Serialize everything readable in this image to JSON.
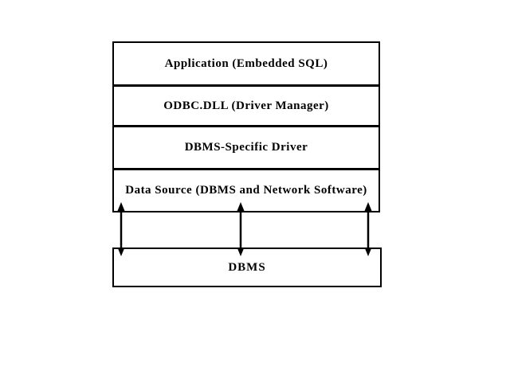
{
  "diagram": {
    "layers": [
      {
        "label": "Application (Embedded SQL)"
      },
      {
        "label": "ODBC.DLL (Driver Manager)"
      },
      {
        "label": "DBMS-Specific Driver"
      },
      {
        "label": "Data Source (DBMS and Network Software)"
      }
    ],
    "dbms_box": {
      "label": "DBMS"
    },
    "connectors": {
      "icon": "double-headed-arrow-icon",
      "count": 3,
      "orientation": "vertical"
    },
    "colors": {
      "border": "#000000",
      "text": "#000000",
      "background": "#ffffff"
    }
  }
}
